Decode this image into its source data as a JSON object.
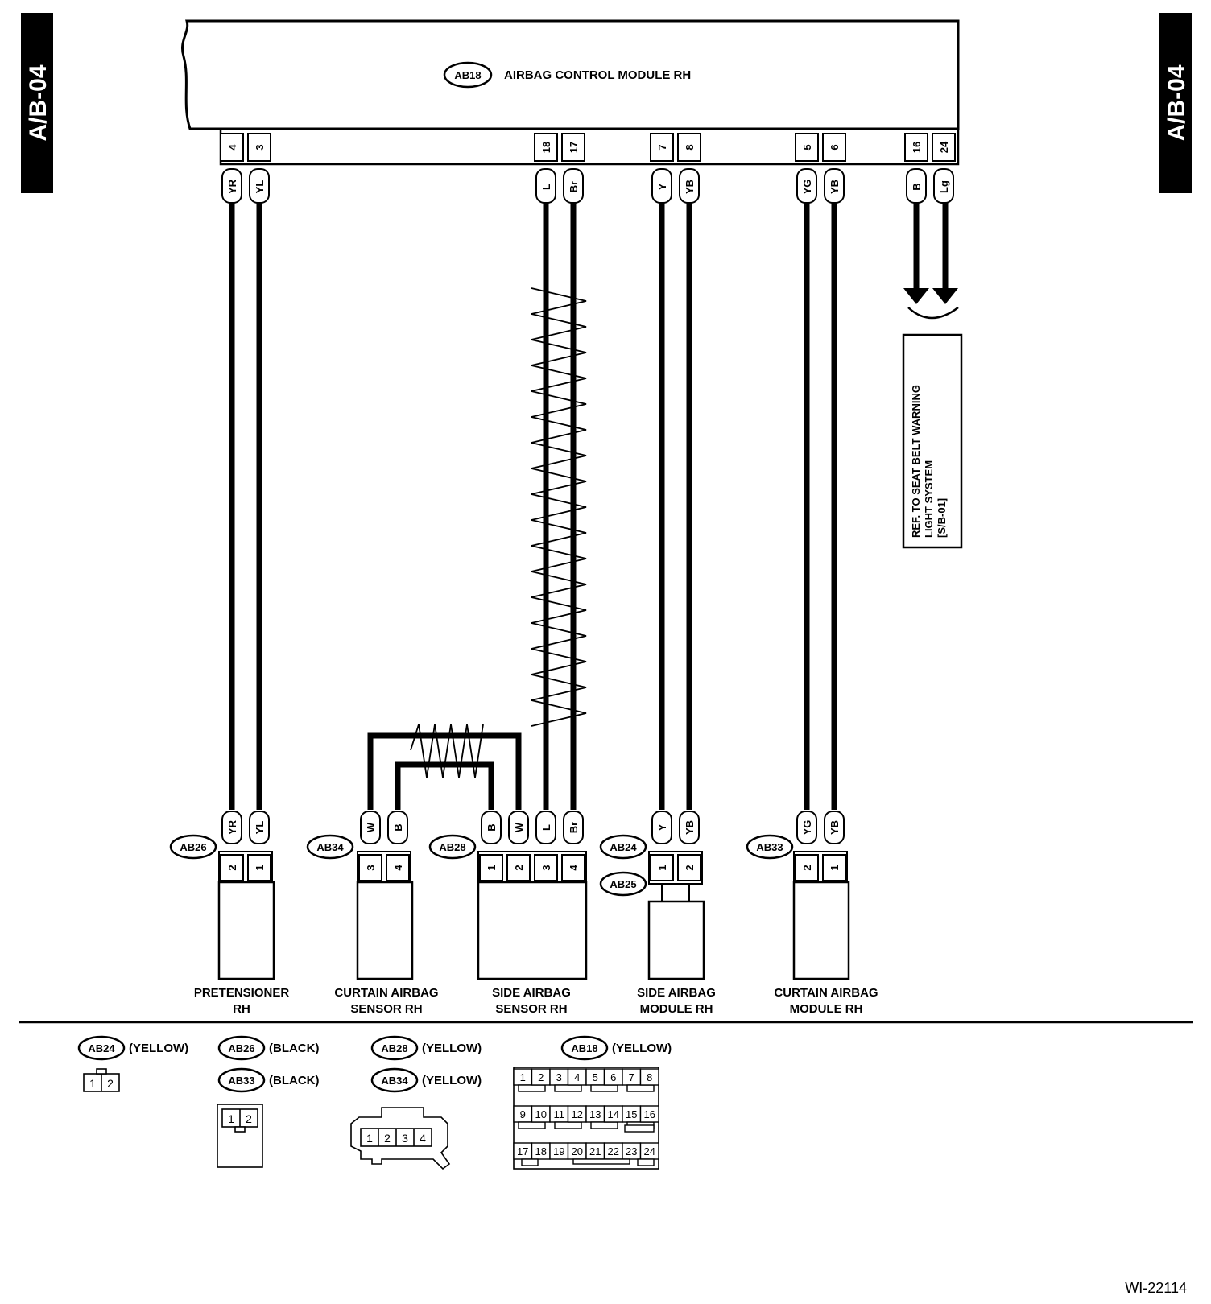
{
  "page_tag": "A/B-04",
  "figure_id": "WI-22114",
  "module": {
    "code": "AB18",
    "name": "AIRBAG CONTROL MODULE RH"
  },
  "module_pins": [
    {
      "pin": "4",
      "wire": "YR"
    },
    {
      "pin": "3",
      "wire": "YL"
    },
    {
      "pin": "18",
      "wire": "L"
    },
    {
      "pin": "17",
      "wire": "Br"
    },
    {
      "pin": "7",
      "wire": "Y"
    },
    {
      "pin": "8",
      "wire": "YB"
    },
    {
      "pin": "5",
      "wire": "YG"
    },
    {
      "pin": "6",
      "wire": "YB"
    },
    {
      "pin": "16",
      "wire": "B"
    },
    {
      "pin": "24",
      "wire": "Lg"
    }
  ],
  "reference_box": {
    "line1": "REF. TO SEAT BELT WARNING",
    "line2": "LIGHT SYSTEM",
    "line3": "[S/B-01]"
  },
  "devices": [
    {
      "code": "AB26",
      "name_line1": "PRETENSIONER",
      "name_line2": "RH",
      "pins": [
        {
          "pin": "2",
          "wire": "YR"
        },
        {
          "pin": "1",
          "wire": "YL"
        }
      ]
    },
    {
      "code": "AB34",
      "name_line1": "CURTAIN AIRBAG",
      "name_line2": "SENSOR RH",
      "pins": [
        {
          "pin": "3",
          "wire": "W"
        },
        {
          "pin": "4",
          "wire": "B"
        }
      ]
    },
    {
      "code": "AB28",
      "name_line1": "SIDE AIRBAG",
      "name_line2": "SENSOR RH",
      "pins": [
        {
          "pin": "1",
          "wire": "B"
        },
        {
          "pin": "2",
          "wire": "W"
        },
        {
          "pin": "3",
          "wire": "L"
        },
        {
          "pin": "4",
          "wire": "Br"
        }
      ]
    },
    {
      "code": "AB24",
      "code2": "AB25",
      "name_line1": "SIDE AIRBAG",
      "name_line2": "MODULE RH",
      "pins": [
        {
          "pin": "1",
          "wire": "Y"
        },
        {
          "pin": "2",
          "wire": "YB"
        }
      ]
    },
    {
      "code": "AB33",
      "name_line1": "CURTAIN AIRBAG",
      "name_line2": "MODULE RH",
      "pins": [
        {
          "pin": "2",
          "wire": "YG"
        },
        {
          "pin": "1",
          "wire": "YB"
        }
      ]
    }
  ],
  "legend": [
    {
      "code": "AB24",
      "color": "(YELLOW)",
      "pins": [
        "1",
        "2"
      ]
    },
    {
      "code": "AB26",
      "color": "(BLACK)"
    },
    {
      "code": "AB33",
      "color": "(BLACK)",
      "pins": [
        "1",
        "2"
      ]
    },
    {
      "code": "AB28",
      "color": "(YELLOW)"
    },
    {
      "code": "AB34",
      "color": "(YELLOW)",
      "pins": [
        "1",
        "2",
        "3",
        "4"
      ]
    },
    {
      "code": "AB18",
      "color": "(YELLOW)",
      "pins": [
        "1",
        "2",
        "3",
        "4",
        "5",
        "6",
        "7",
        "8",
        "9",
        "10",
        "11",
        "12",
        "13",
        "14",
        "15",
        "16",
        "17",
        "18",
        "19",
        "20",
        "21",
        "22",
        "23",
        "24"
      ]
    }
  ]
}
